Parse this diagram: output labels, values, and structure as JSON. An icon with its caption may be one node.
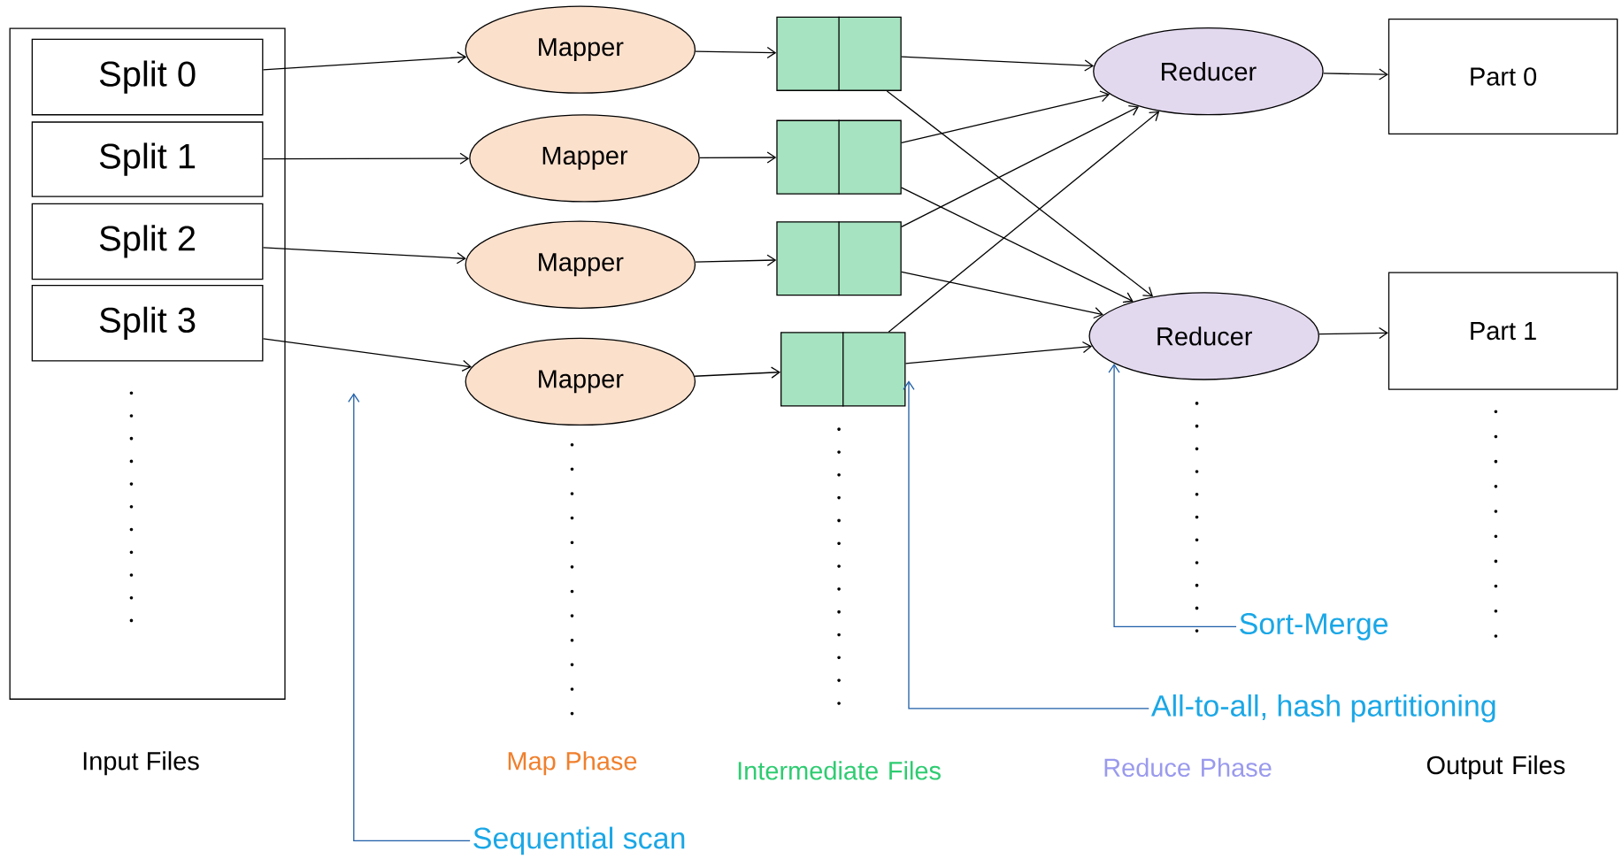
{
  "diagram": {
    "nodes": [
      {
        "text": [
          "Input Files"
        ]
      },
      {
        "text": [
          "Split 0"
        ],
        "in": 0
      },
      {
        "text": [
          "Split 1"
        ],
        "in": 0
      },
      {
        "text": [
          "Split 2"
        ],
        "in": 0
      },
      {
        "text": [
          "Split 3"
        ],
        "in": 0
      },
      {
        "text": [
          "Mapper"
        ]
      },
      {
        "text": [
          "Mapper"
        ]
      },
      {
        "text": [
          "Mapper"
        ]
      },
      {
        "text": [
          "Mapper"
        ]
      },
      {
        "text": [],
        "shape": "box"
      },
      {
        "text": [],
        "shape": "box"
      },
      {
        "text": [],
        "shape": "box"
      },
      {
        "text": [],
        "shape": "box"
      },
      {
        "text": [
          "Reducer"
        ]
      },
      {
        "text": [
          "Reducer"
        ]
      },
      {
        "text": [
          "Part 0"
        ]
      },
      {
        "text": [
          "Part 1"
        ]
      },
      {
        "text": [
          "Sort-Merge"
        ]
      },
      {
        "text": [
          "All-to-all, hash partitioning"
        ]
      },
      {
        "text": [
          "Sequential scan"
        ]
      }
    ],
    "edges": [
      {
        "from": 1,
        "to": 5,
        "arrow": "to"
      },
      {
        "from": 2,
        "to": 6,
        "arrow": "to"
      },
      {
        "from": 3,
        "to": 7,
        "arrow": "to"
      },
      {
        "from": 4,
        "to": 8,
        "arrow": "to"
      },
      {
        "from": 5,
        "to": 9,
        "arrow": "to"
      },
      {
        "from": 6,
        "to": 10,
        "arrow": "to"
      },
      {
        "from": 7,
        "to": 11,
        "arrow": "to"
      },
      {
        "from": 8,
        "to": 12,
        "arrow": "to"
      },
      {
        "from": 9,
        "to": 13,
        "arrow": "to"
      },
      {
        "from": 9,
        "to": 14,
        "arrow": "to"
      },
      {
        "from": 10,
        "to": 13,
        "arrow": "to"
      },
      {
        "from": 10,
        "to": 14,
        "arrow": "to"
      },
      {
        "from": 11,
        "to": 13,
        "arrow": "to"
      },
      {
        "from": 11,
        "to": 14,
        "arrow": "to"
      },
      {
        "from": 12,
        "to": 13,
        "arrow": "to"
      },
      {
        "from": 12,
        "to": 14,
        "arrow": "to"
      },
      {
        "from": 13,
        "to": 15,
        "arrow": "to"
      },
      {
        "from": 14,
        "to": 16,
        "arrow": "to"
      },
      {
        "from": 17,
        "to": 14,
        "arrow": "to",
        "color": "#1e5ea8"
      },
      {
        "from": 18,
        "to": 12,
        "arrow": "to",
        "color": "#1e5ea8"
      },
      {
        "from": 19,
        "to": null,
        "arrow": "to",
        "color": "#1e5ea8"
      }
    ],
    "labels": [
      "Map Phase",
      "Intermediate Files",
      "Reduce Phase",
      "Output Files"
    ]
  }
}
